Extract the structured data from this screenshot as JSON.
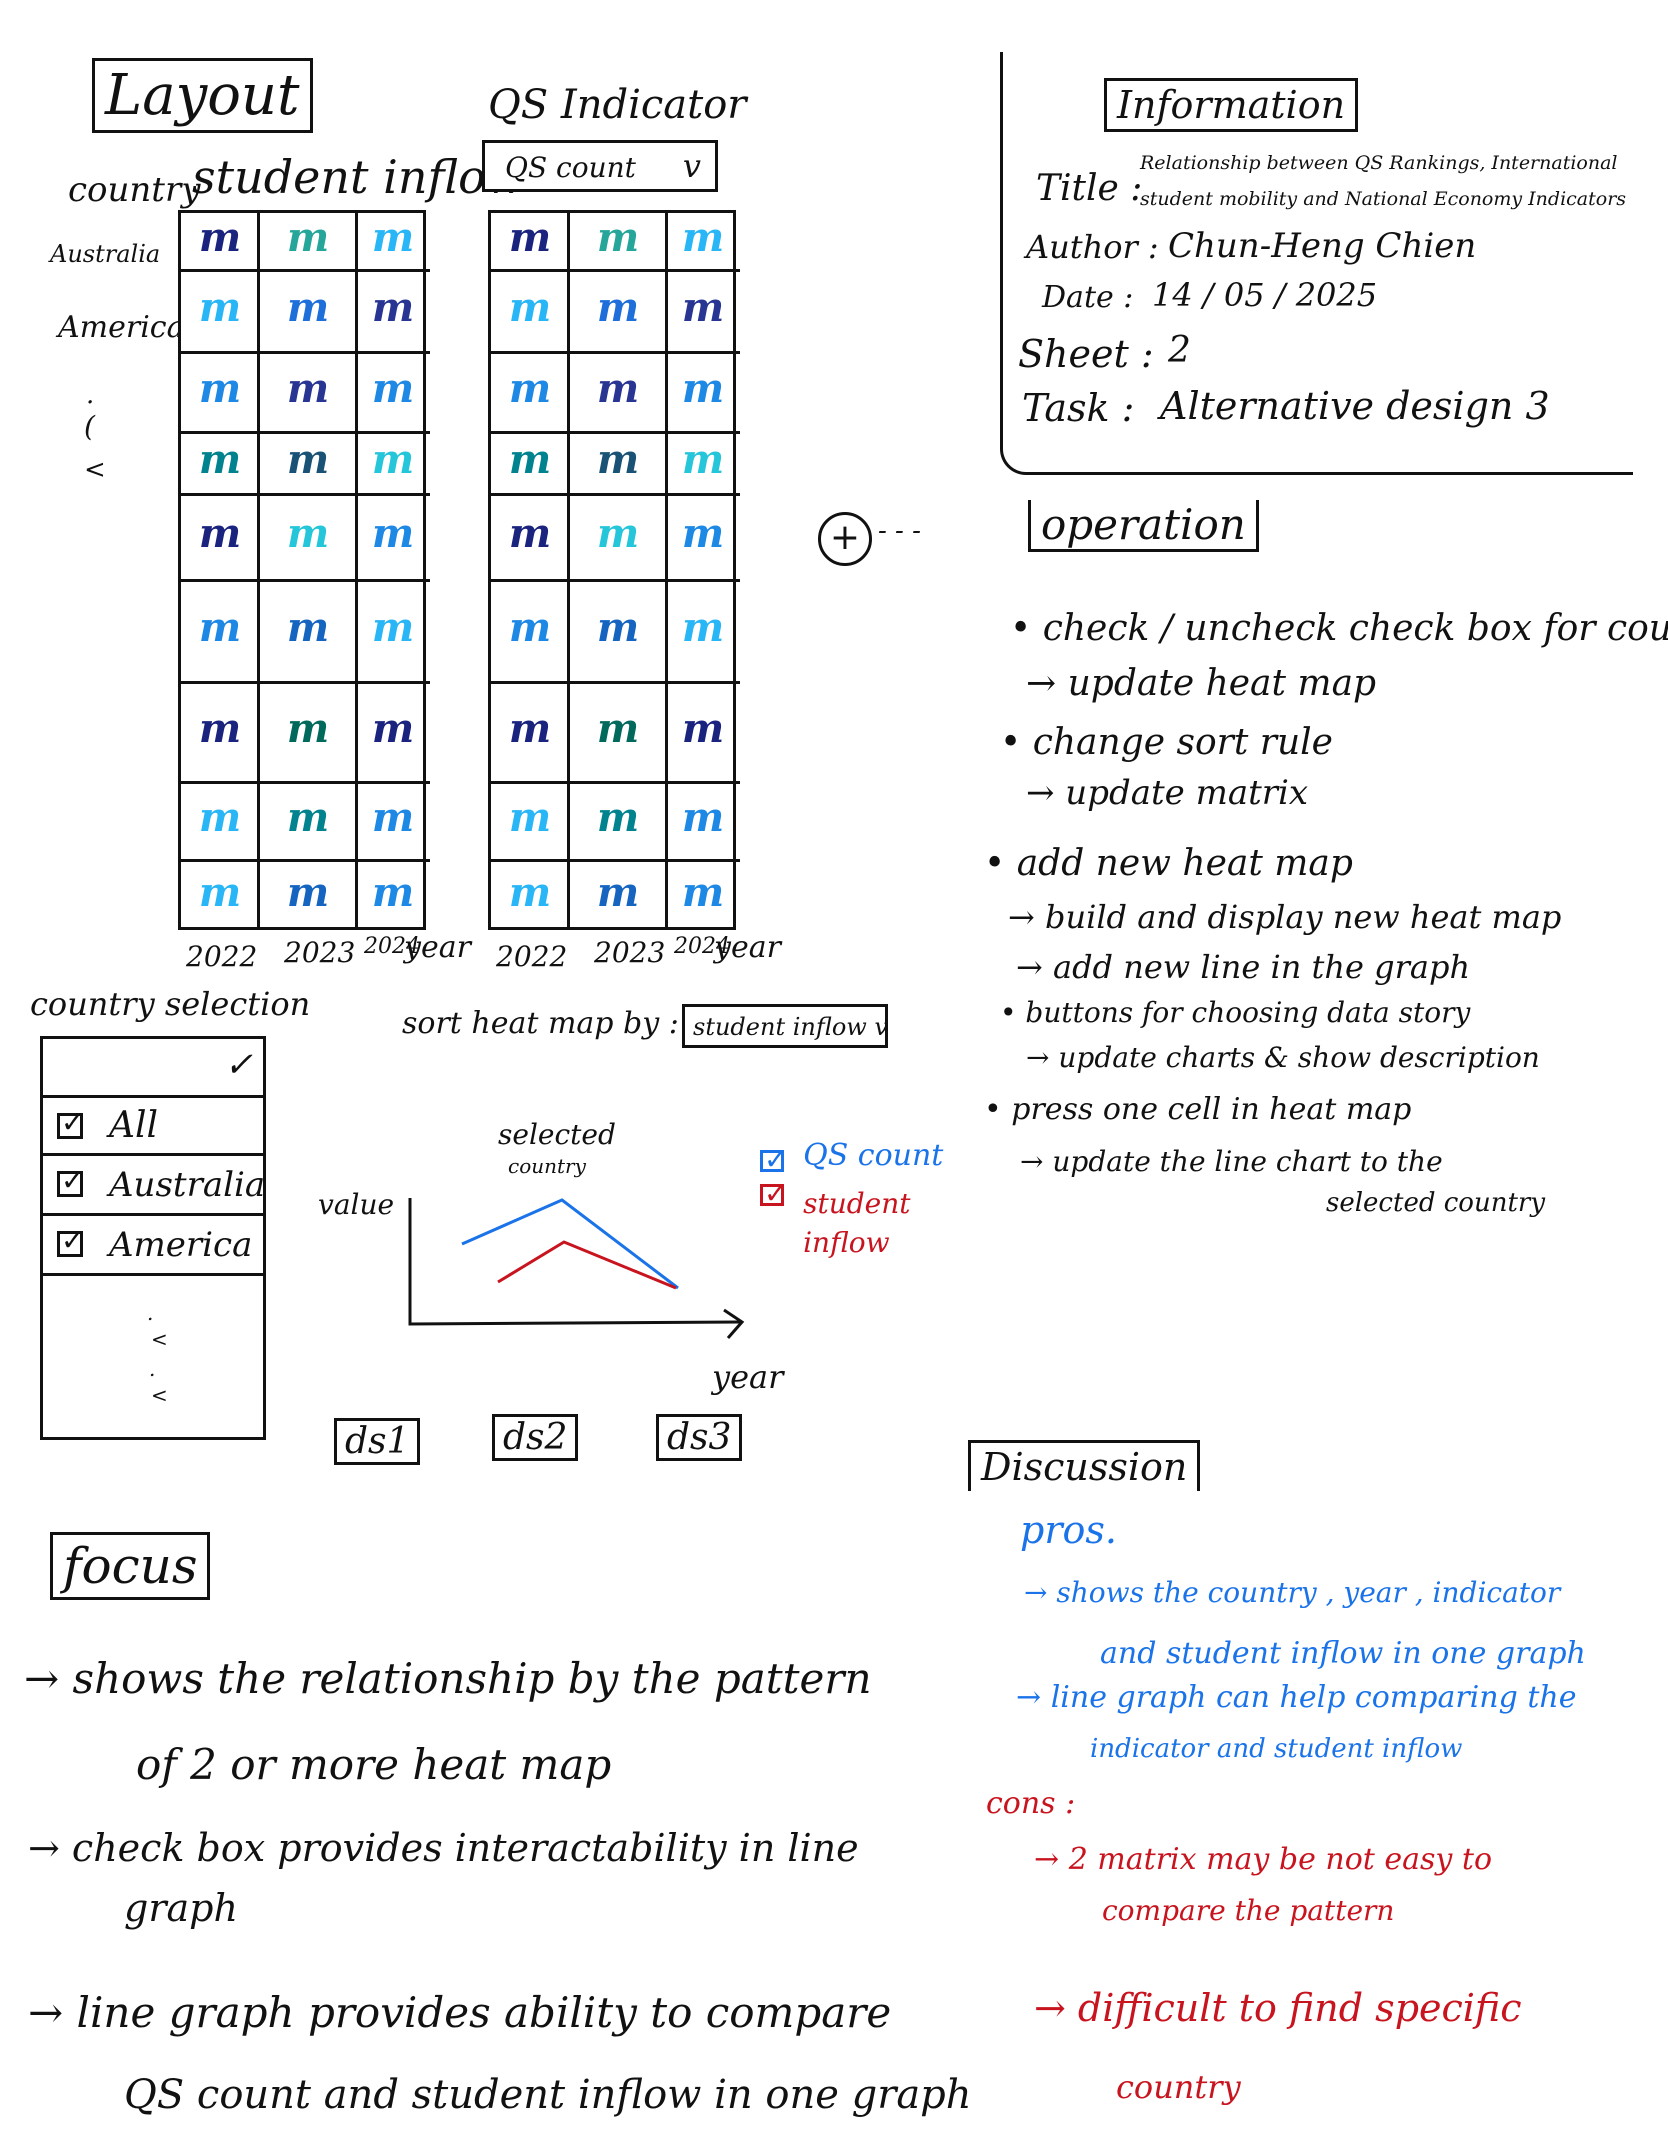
{
  "layout": {
    "heading": "Layout",
    "country_label": "country",
    "heatmap1_title": "student inflow",
    "qs_indicator_label": "QS Indicator",
    "qs_dropdown_value": "QS count",
    "row_labels": [
      "Australia",
      "America"
    ],
    "row_ellipsis": [
      ".",
      "(",
      "<"
    ],
    "year_labels": [
      "2022",
      "2023",
      "2024",
      "year"
    ],
    "heatmap_colors": [
      [
        "#1a237e",
        "#26a69a",
        "#29b6f6"
      ],
      [
        "#29b6f6",
        "#1e6fd9",
        "#283593"
      ],
      [
        "#1e88e5",
        "#283593",
        "#1e88e5"
      ],
      [
        "#00838f",
        "#1a5276",
        "#26c6da"
      ],
      [
        "#1a237e",
        "#26c6da",
        "#1e88e5"
      ],
      [
        "#1e88e5",
        "#1565c0",
        "#29b6f6"
      ],
      [
        "#1a237e",
        "#00695c",
        "#1a237e"
      ],
      [
        "#29b6f6",
        "#00838f",
        "#1e88e5"
      ],
      [
        "#29b6f6",
        "#1565c0",
        "#1e88e5"
      ]
    ]
  },
  "plus_button": "+",
  "plus_dots": "- - -",
  "country_selection": {
    "title": "country selection",
    "dropdown_chevron": "✓",
    "options": [
      "All",
      "Australia",
      "America"
    ],
    "more": [
      ".",
      "<",
      ".",
      "<"
    ]
  },
  "sort": {
    "label": "sort heat map by :",
    "value": "student inflow v"
  },
  "line_chart": {
    "y_label": "value",
    "x_label": "year",
    "annotation_line1": "selected",
    "annotation_line2": "country",
    "legend": [
      {
        "label": "QS count",
        "color": "#1a73e8"
      },
      {
        "label": "student inflow",
        "color": "#c8141e"
      }
    ],
    "buttons": [
      "ds1",
      "ds2",
      "ds3"
    ]
  },
  "information": {
    "heading": "Information",
    "title_label": "Title :",
    "title_value_line1": "Relationship between QS Rankings, International",
    "title_value_line2": "student mobility and National Economy Indicators",
    "author_label": "Author :",
    "author_value": "Chun-Heng Chien",
    "date_label": "Date :",
    "date_value": "14 / 05 / 2025",
    "sheet_label": "Sheet :",
    "sheet_value": "2",
    "task_label": "Task :",
    "task_value": "Alternative design 3"
  },
  "operation": {
    "heading": "operation",
    "items": [
      {
        "action": "check / uncheck check box for country",
        "result": "update heat map"
      },
      {
        "action": "change sort rule",
        "result": "update matrix"
      },
      {
        "action": "add new heat map",
        "result": "build and display new heat map",
        "result2": "add new line in the graph"
      },
      {
        "action": "buttons for choosing data story",
        "result": "update charts & show description"
      },
      {
        "action": "press one cell in heat map",
        "result": "update the line chart to the",
        "result2": "selected country"
      }
    ]
  },
  "focus": {
    "heading": "focus",
    "items": [
      {
        "line1": "shows the relationship by the pattern",
        "line2": "of 2 or more heat map"
      },
      {
        "line1": "check box provides interactability in line",
        "line2": "graph"
      },
      {
        "line1": "line graph provides ability to compare",
        "line2": "QS count and student inflow in one graph"
      }
    ]
  },
  "discussion": {
    "heading": "Discussion",
    "pros_label": "pros.",
    "pros": [
      {
        "line1": "shows the country , year , indicator",
        "line2": "and student inflow in one graph"
      },
      {
        "line1": "line graph can help comparing the",
        "line2": "indicator and student inflow"
      }
    ],
    "cons_label": "cons :",
    "cons": [
      {
        "line1": "2 matrix may be not easy to",
        "line2": "compare the pattern"
      },
      {
        "line1": "difficult to find specific",
        "line2": "country"
      }
    ]
  }
}
